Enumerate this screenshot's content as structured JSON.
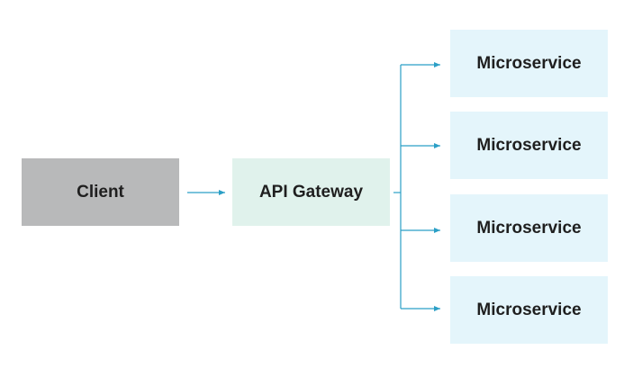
{
  "colors": {
    "client_fill": "#b8b9ba",
    "gateway_fill": "#e0f2ec",
    "microservice_fill": "#e4f5fb",
    "arrow": "#2b9fc6",
    "text": "#1f1f1f"
  },
  "client": {
    "label": "Client"
  },
  "gateway": {
    "label": "API Gateway"
  },
  "microservices": [
    {
      "label": "Microservice"
    },
    {
      "label": "Microservice"
    },
    {
      "label": "Microservice"
    },
    {
      "label": "Microservice"
    }
  ]
}
